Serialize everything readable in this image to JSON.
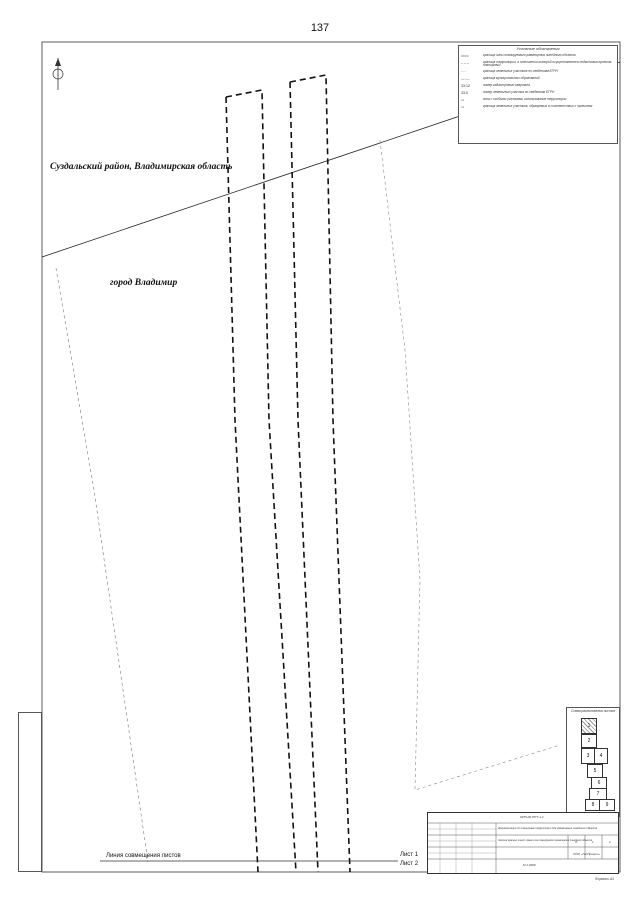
{
  "page": {
    "number": "137"
  },
  "labels": {
    "region_suzdal": "Суздальский район, Владимирская область",
    "city_vladimir": "город Владимир",
    "join_line": "Линия совмещения листов",
    "sheet1": "Лист 1",
    "sheet2": "Лист 2"
  },
  "legend": {
    "title": "Условные обозначения",
    "rows": [
      {
        "sym": "═══",
        "text": "граница зоны планируемого размещения линейного объекта"
      },
      {
        "sym": "– – –",
        "text": "граница территории, в отношении которой осуществляется подготовка проекта планировки"
      },
      {
        "sym": "····",
        "text": "граница земельных участков по сведениям ЕГРН"
      },
      {
        "sym": "—·—",
        "text": "граница муниципальных образований"
      },
      {
        "sym": "33:12",
        "text": "номер кадастрового квартала"
      },
      {
        "sym": "33:0",
        "text": "номер земельного участка по сведениям ЕГРН"
      },
      {
        "sym": "▭",
        "text": "зона с особыми условиями использования территории"
      },
      {
        "sym": "▭",
        "text": "граница земельных участков, образуемых в соответствии с проектом"
      }
    ]
  },
  "keymap": {
    "title": "Схема расположения листов",
    "cells": [
      "1",
      "2",
      "3",
      "4",
      "5",
      "6",
      "7",
      "8",
      "9"
    ]
  },
  "titleblock": {
    "code": "0155-00-ППТ-1.2",
    "project": "Документация по планировке территории для размещения линейного объекта",
    "drawing": "Чертеж красных линий, границ зон планируемого размещения линейного объекта",
    "scale": "М 1:2000",
    "stage": "П",
    "sheet": "1",
    "sheets": "2",
    "org": "ООО «ГеоПроект»"
  },
  "footer": {
    "format": "Формат А3"
  }
}
